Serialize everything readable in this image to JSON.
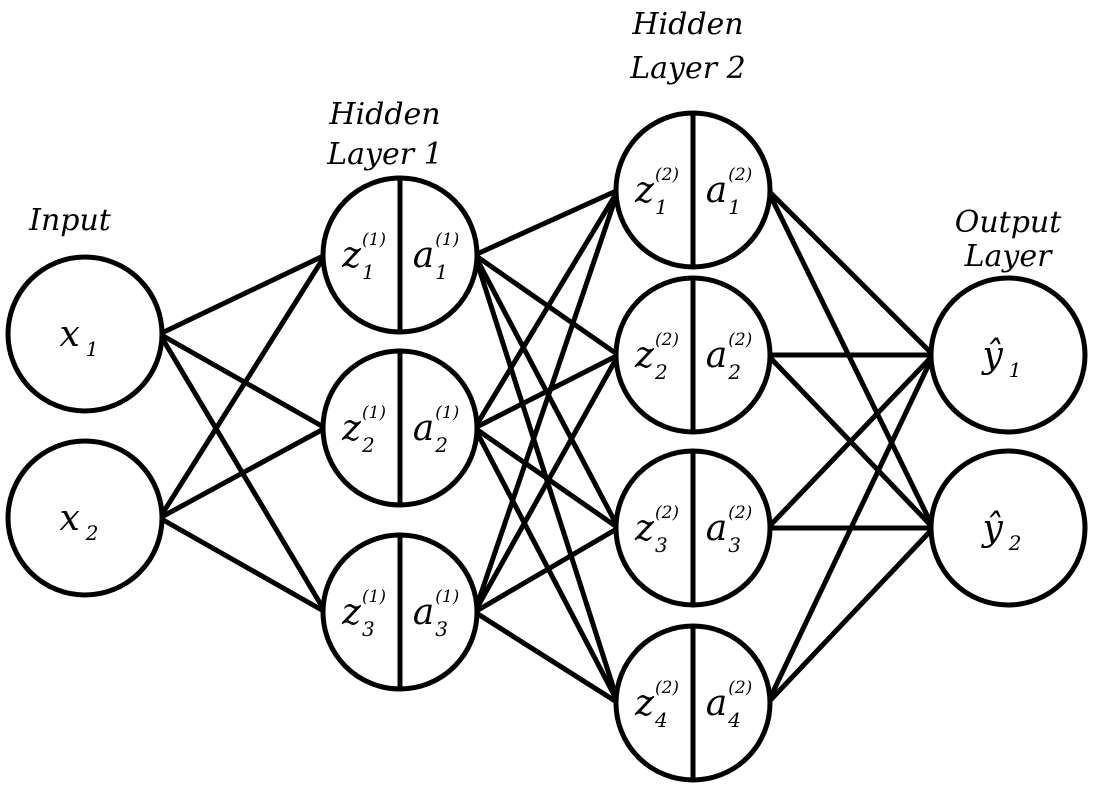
{
  "layers": [
    {
      "title_lines": [
        "Input"
      ],
      "nodes": [
        {
          "main": "x",
          "sub": "1"
        },
        {
          "main": "x",
          "sub": "2"
        }
      ]
    },
    {
      "title_lines": [
        "Hidden",
        "Layer 1"
      ],
      "nodes": [
        {
          "z": "z",
          "z_sub": "1",
          "z_sup": "(1)",
          "a": "a",
          "a_sub": "1",
          "a_sup": "(1)"
        },
        {
          "z": "z",
          "z_sub": "2",
          "z_sup": "(1)",
          "a": "a",
          "a_sub": "2",
          "a_sup": "(1)"
        },
        {
          "z": "z",
          "z_sub": "3",
          "z_sup": "(1)",
          "a": "a",
          "a_sub": "3",
          "a_sup": "(1)"
        }
      ]
    },
    {
      "title_lines": [
        "Hidden",
        "Layer 2"
      ],
      "nodes": [
        {
          "z": "z",
          "z_sub": "1",
          "z_sup": "(2)",
          "a": "a",
          "a_sub": "1",
          "a_sup": "(2)"
        },
        {
          "z": "z",
          "z_sub": "2",
          "z_sup": "(2)",
          "a": "a",
          "a_sub": "2",
          "a_sup": "(2)"
        },
        {
          "z": "z",
          "z_sub": "3",
          "z_sup": "(2)",
          "a": "a",
          "a_sub": "3",
          "a_sup": "(2)"
        },
        {
          "z": "z",
          "z_sub": "4",
          "z_sup": "(2)",
          "a": "a",
          "a_sub": "4",
          "a_sup": "(2)"
        }
      ]
    },
    {
      "title_lines": [
        "Output",
        "Layer"
      ],
      "nodes": [
        {
          "main": "ŷ",
          "sub": "1"
        },
        {
          "main": "ŷ",
          "sub": "2"
        }
      ]
    }
  ],
  "colors": {
    "stroke": "#000000",
    "background": "#ffffff"
  }
}
